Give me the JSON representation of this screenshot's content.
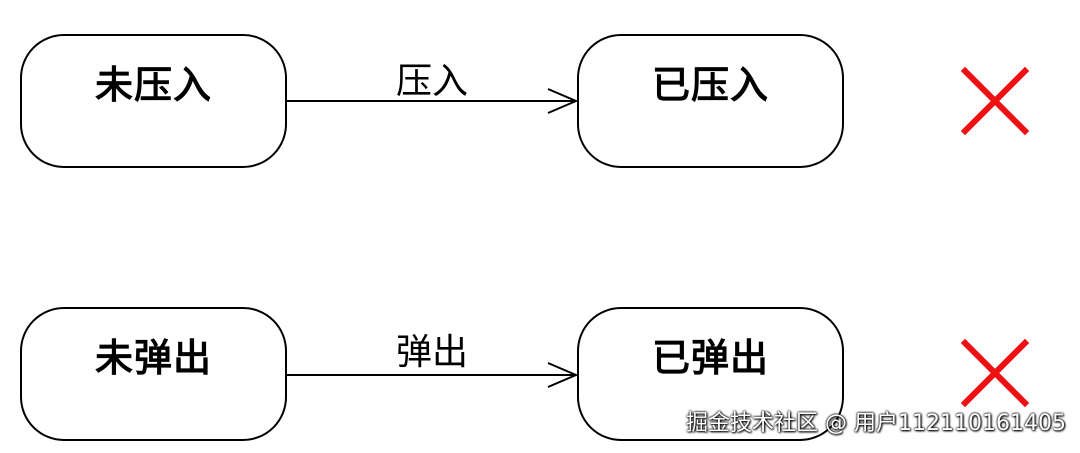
{
  "rows": [
    {
      "from_state": "未压入",
      "transition": "压入",
      "to_state": "已压入",
      "mark": "cross-icon"
    },
    {
      "from_state": "未弹出",
      "transition": "弹出",
      "to_state": "已弹出",
      "mark": "cross-icon"
    }
  ],
  "colors": {
    "stroke": "#000000",
    "cross": "#ee1111"
  },
  "watermark": "掘金技术社区 @ 用户112110161405"
}
